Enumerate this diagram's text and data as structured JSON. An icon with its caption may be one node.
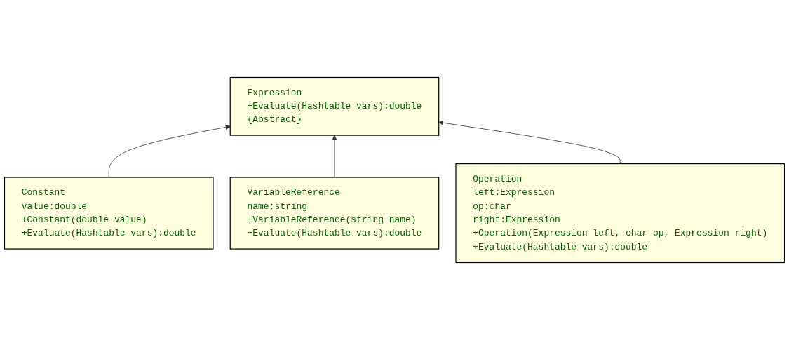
{
  "diagram": {
    "nodes": [
      {
        "text": [
          "Expression",
          "+Evaluate(Hashtable vars):double",
          "{Abstract}"
        ]
      },
      {
        "text": [
          "Constant",
          "value:double",
          "+Constant(double value)",
          "+Evaluate(Hashtable vars):double"
        ]
      },
      {
        "text": [
          "Operation",
          "left:Expression",
          "op:char",
          "right:Expression",
          "+Operation(Expression left, char op, Expression right)",
          "+Evaluate(Hashtable vars):double"
        ]
      },
      {
        "text": [
          "VariableReference",
          "name:string",
          "+VariableReference(string name)",
          "+Evaluate(Hashtable vars):double"
        ]
      }
    ],
    "edges": [
      {
        "from": 1,
        "to": 0,
        "arrow": "to"
      },
      {
        "from": 3,
        "to": 0,
        "arrow": "to"
      },
      {
        "from": 2,
        "to": 0,
        "arrow": "to"
      }
    ]
  }
}
